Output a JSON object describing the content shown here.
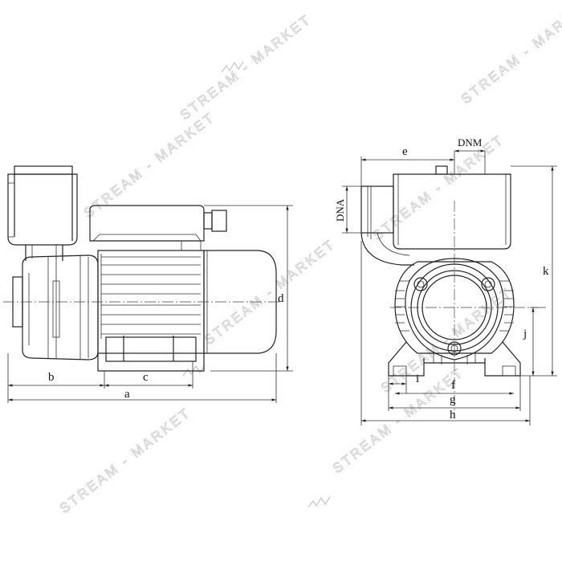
{
  "watermark": {
    "text": "STREAM - MARKET",
    "color": "#c9c9c9"
  },
  "side_view": {
    "dimensions": {
      "a": "a",
      "b": "b",
      "c": "c",
      "d": "d"
    }
  },
  "front_view": {
    "dimensions": {
      "e": "e",
      "DNM": "DNM",
      "DNA": "DNA",
      "k": "k",
      "j": "j",
      "i": "i",
      "f": "f",
      "g": "g",
      "h": "h"
    }
  },
  "colors": {
    "line": "#222222",
    "background": "#ffffff"
  }
}
